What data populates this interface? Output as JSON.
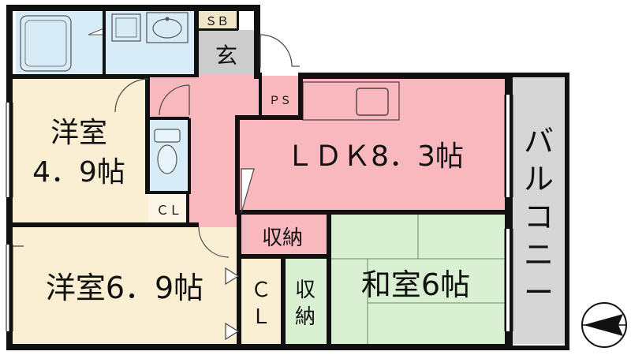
{
  "labels": {
    "sb": "ＳＢ",
    "entrance": "玄",
    "ps": "ＰＳ",
    "ldk": "ＬＤＫ8．3帖",
    "balcony": "バルコニー",
    "western_room_small_line1": "洋室",
    "western_room_small_line2": "4．9帖",
    "closet_small": "ＣＬ",
    "storage_small": "収納",
    "western_room_large": "洋室6．9帖",
    "closet_large": "ＣＬ",
    "storage_vertical": "収納",
    "japanese_room": "和室6帖"
  },
  "colors": {
    "ldk_pink": "#f8b8bd",
    "western_beige": "#fbefd3",
    "japanese_green": "#d9f0d2",
    "wet_blue": "#d8ecf8",
    "gray": "#cccccc",
    "wall": "#111111"
  }
}
